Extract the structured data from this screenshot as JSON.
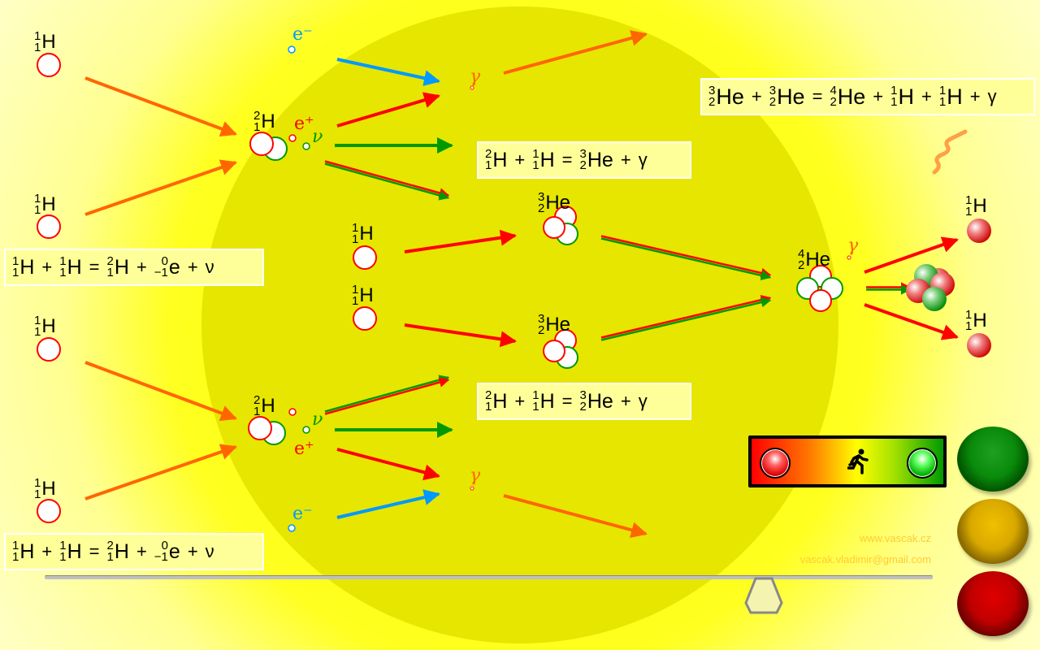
{
  "nuclide_labels": [
    {
      "A": "1",
      "Z": "1",
      "s": "H"
    },
    {
      "A": "1",
      "Z": "1",
      "s": "H"
    },
    {
      "A": "1",
      "Z": "1",
      "s": "H"
    },
    {
      "A": "1",
      "Z": "1",
      "s": "H"
    },
    {
      "A": "2",
      "Z": "1",
      "s": "H"
    },
    {
      "A": "2",
      "Z": "1",
      "s": "H"
    },
    {
      "A": "1",
      "Z": "1",
      "s": "H"
    },
    {
      "A": "1",
      "Z": "1",
      "s": "H"
    },
    {
      "A": "3",
      "Z": "2",
      "s": "He"
    },
    {
      "A": "3",
      "Z": "2",
      "s": "He"
    },
    {
      "A": "4",
      "Z": "2",
      "s": "He"
    },
    {
      "A": "1",
      "Z": "1",
      "s": "H"
    },
    {
      "A": "1",
      "Z": "1",
      "s": "H"
    }
  ],
  "particle_labels": {
    "e_minus": "e⁻",
    "e_plus": "e⁺",
    "nu": "ν",
    "gamma": "γ"
  },
  "equations": [
    {
      "terms": [
        {
          "A": "1",
          "Z": "1",
          "s": "H"
        },
        "+",
        {
          "A": "1",
          "Z": "1",
          "s": "H"
        },
        "=",
        {
          "A": "2",
          "Z": "1",
          "s": "H"
        },
        "+",
        {
          "A": "0",
          "Z": "−1",
          "s": "e"
        },
        "+",
        "ν"
      ]
    },
    {
      "terms": [
        {
          "A": "1",
          "Z": "1",
          "s": "H"
        },
        "+",
        {
          "A": "1",
          "Z": "1",
          "s": "H"
        },
        "=",
        {
          "A": "2",
          "Z": "1",
          "s": "H"
        },
        "+",
        {
          "A": "0",
          "Z": "−1",
          "s": "e"
        },
        "+",
        "ν"
      ]
    },
    {
      "terms": [
        {
          "A": "2",
          "Z": "1",
          "s": "H"
        },
        "+",
        {
          "A": "1",
          "Z": "1",
          "s": "H"
        },
        "=",
        {
          "A": "3",
          "Z": "2",
          "s": "He"
        },
        "+",
        "γ"
      ]
    },
    {
      "terms": [
        {
          "A": "2",
          "Z": "1",
          "s": "H"
        },
        "+",
        {
          "A": "1",
          "Z": "1",
          "s": "H"
        },
        "=",
        {
          "A": "3",
          "Z": "2",
          "s": "He"
        },
        "+",
        "γ"
      ]
    },
    {
      "terms": [
        {
          "A": "3",
          "Z": "2",
          "s": "He"
        },
        "+",
        {
          "A": "3",
          "Z": "2",
          "s": "He"
        },
        "=",
        {
          "A": "4",
          "Z": "2",
          "s": "He"
        },
        "+",
        {
          "A": "1",
          "Z": "1",
          "s": "H"
        },
        "+",
        {
          "A": "1",
          "Z": "1",
          "s": "H"
        },
        "+",
        "γ"
      ]
    }
  ],
  "footer": {
    "website": "www.vascak.cz",
    "email": "vascak.vladimir@gmail.com"
  },
  "speed_slider": {
    "value": 0.81
  },
  "colors": {
    "proton": "#ff0000",
    "neutron": "#009900",
    "positron": "#ff0000",
    "electron": "#0099ff",
    "photon": "#ff6600",
    "sun": "#e6e600"
  }
}
